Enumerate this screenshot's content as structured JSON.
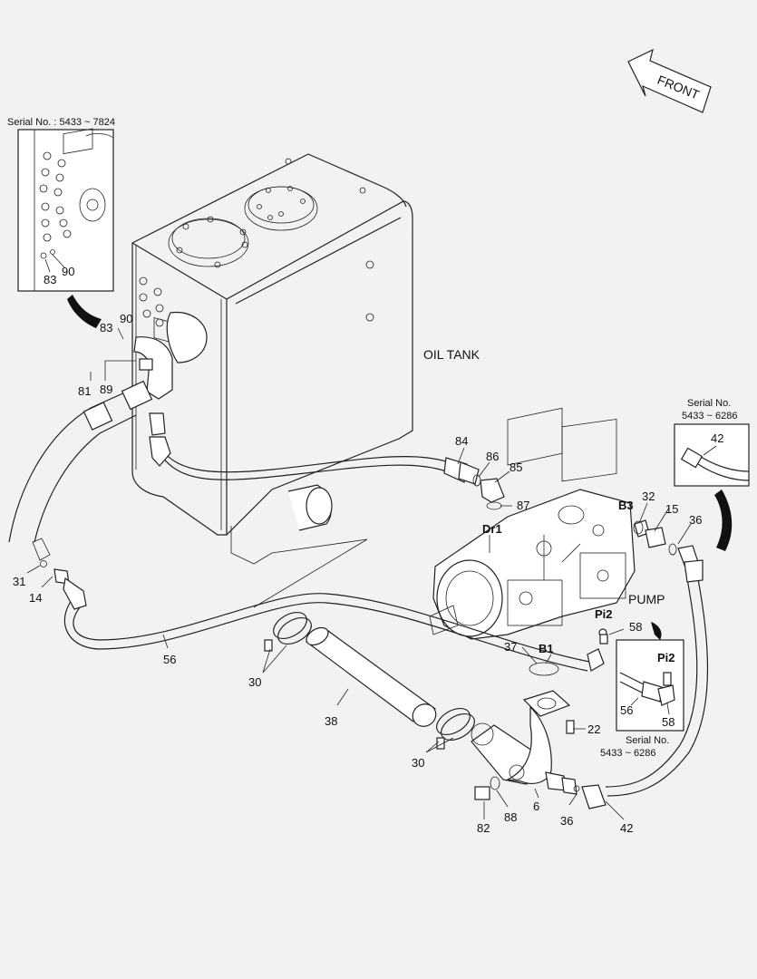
{
  "labels": {
    "oil_tank": "OIL TANK",
    "pump": "PUMP",
    "front": "FRONT"
  },
  "inset_top_left": {
    "serial": "Serial No. : 5433 ~ 7824",
    "parts": [
      "83",
      "90"
    ]
  },
  "inset_right_top": {
    "serial_line1": "Serial No.",
    "serial_line2": "5433 ~ 6286",
    "part": "42"
  },
  "inset_right_mid": {
    "port": "Pi2",
    "parts": [
      "56",
      "58"
    ],
    "serial_line1": "Serial No.",
    "serial_line2": "5433 ~ 6286"
  },
  "ports": [
    "B3",
    "Dr1",
    "Pi2",
    "B1"
  ],
  "callouts": {
    "c83": "83",
    "c90": "90",
    "c81": "81",
    "c89": "89",
    "c84": "84",
    "c86": "86",
    "c85": "85",
    "c87": "87",
    "c32": "32",
    "c15": "15",
    "c36a": "36",
    "c31": "31",
    "c14": "14",
    "c56": "56",
    "c58": "58",
    "c37": "37",
    "c30a": "30",
    "c38": "38",
    "c30b": "30",
    "c22": "22",
    "c82": "82",
    "c88": "88",
    "c6": "6",
    "c36b": "36",
    "c42": "42"
  }
}
